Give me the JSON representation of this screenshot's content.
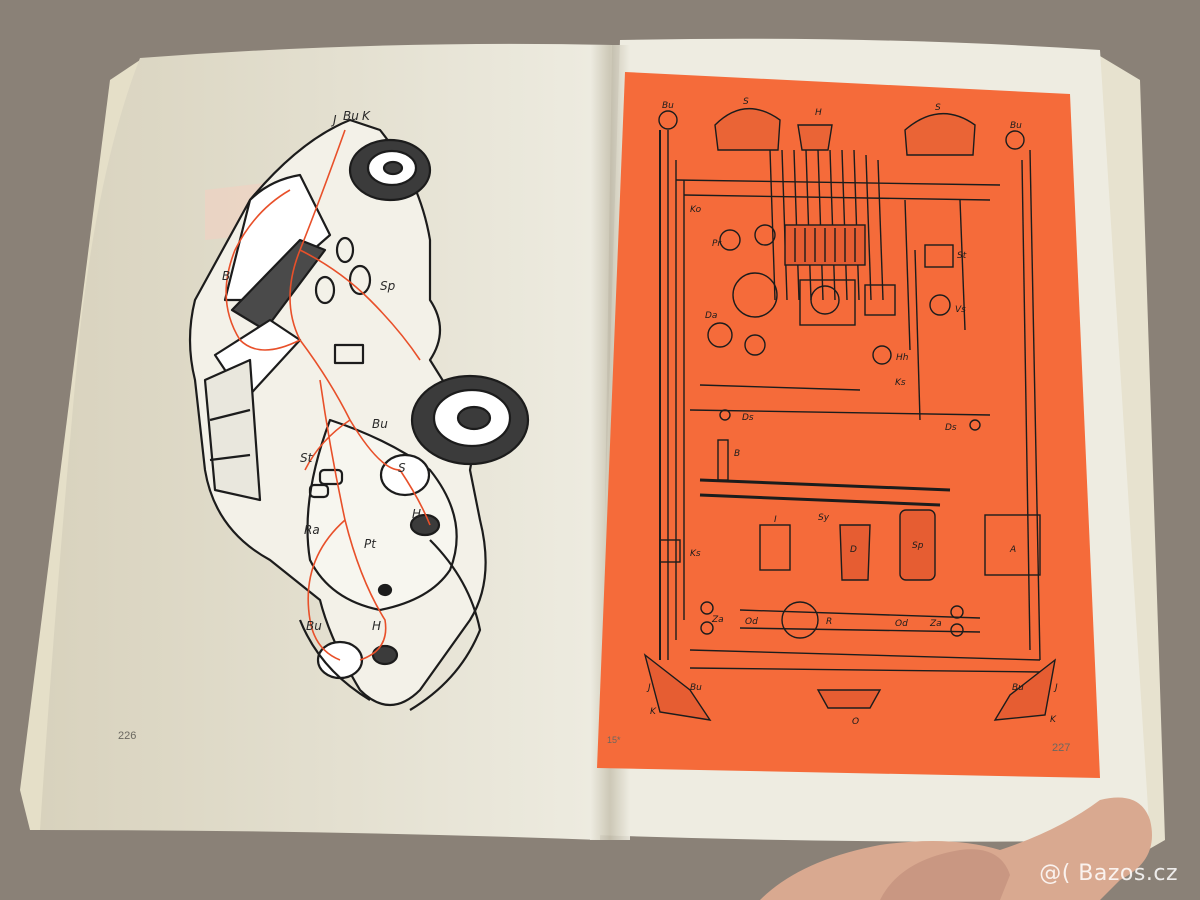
{
  "colors": {
    "background": "#8a8177",
    "paper": "#eeece1",
    "orange": "#f56b3a",
    "ink": "#1c1c1c",
    "wire_red": "#e8502a"
  },
  "left_page": {
    "page_number": "226",
    "car_labels": [
      "J",
      "Bu",
      "K",
      "Ra",
      "St",
      "Bu",
      "Pt",
      "H",
      "Sp",
      "S",
      "B",
      "H",
      "Bu"
    ]
  },
  "right_page": {
    "page_number": "227",
    "signature_mark": "15*",
    "diagram_labels": {
      "top_left_lamp": "Bu",
      "top_right_lamp": "Bu",
      "headlamp_left": "S",
      "headlamp_right": "S",
      "horn": "H",
      "starter_relay": "St",
      "vs": "Vs",
      "hh": "Hh",
      "ks_upper": "Ks",
      "ds_left": "Ds",
      "ds_right": "Ds",
      "b": "B",
      "ks_lower": "Ks",
      "coil": "I",
      "distributor": "D",
      "sy": "Sy",
      "sp": "Sp",
      "battery": "A",
      "za_left": "Za",
      "od_left": "Od",
      "za_right": "Za",
      "od_right": "Od",
      "r": "R",
      "j_left": "J",
      "bu_left": "Bu",
      "k_left": "K",
      "j_right": "J",
      "bu_right": "Bu",
      "k_right": "K",
      "plate_lamp": "O",
      "pr": "Pr",
      "da": "Da",
      "ko": "Ko"
    }
  },
  "watermark": "@( Bazos.cz"
}
